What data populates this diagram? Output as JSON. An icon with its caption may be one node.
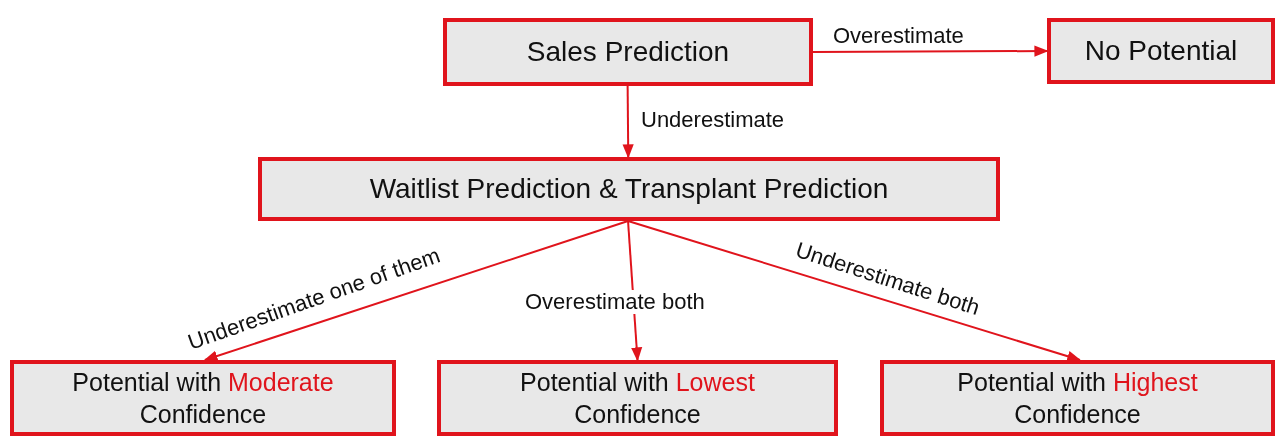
{
  "diagram": {
    "nodes": [
      {
        "text": [
          "Sales Prediction"
        ]
      },
      {
        "text": [
          "No Potential"
        ]
      },
      {
        "text": [
          "Waitlist Prediction & Transplant Prediction"
        ]
      },
      {
        "text": [
          "Potential with Moderate Confidence"
        ]
      },
      {
        "text": [
          "Potential with Lowest Confidence"
        ]
      },
      {
        "text": [
          "Potential with Highest Confidence"
        ]
      }
    ],
    "edges": [
      {
        "from": 0,
        "to": 1,
        "arrow": "to",
        "label": "Overestimate"
      },
      {
        "from": 0,
        "to": 2,
        "arrow": "to",
        "label": "Underestimate"
      },
      {
        "from": 2,
        "to": 3,
        "arrow": "to",
        "label": "Underestimate one of them"
      },
      {
        "from": 2,
        "to": 4,
        "arrow": "to",
        "label": "Overestimate both"
      },
      {
        "from": 2,
        "to": 5,
        "arrow": "to",
        "label": "Underestimate both"
      }
    ]
  }
}
